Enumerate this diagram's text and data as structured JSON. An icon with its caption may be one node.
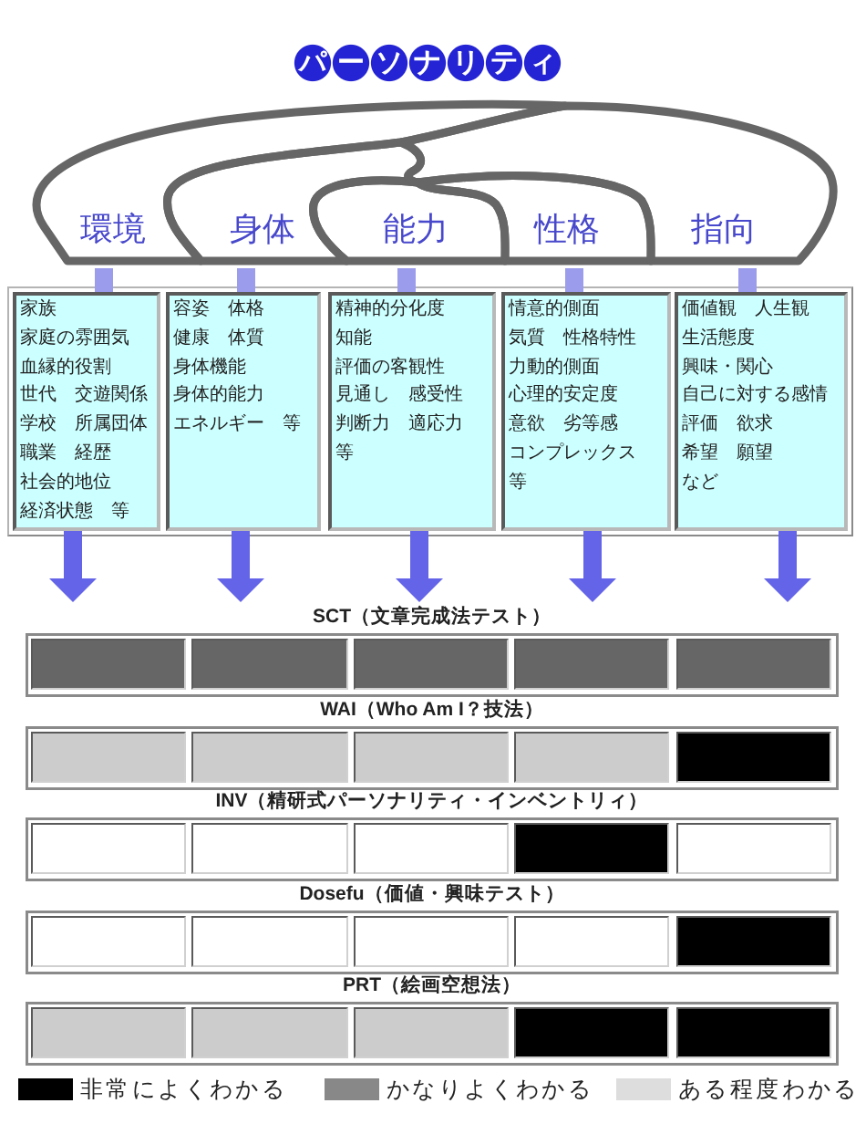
{
  "diagram": {
    "title": "パーソナリティ",
    "nodes": [
      {
        "text": [
          "環境"
        ]
      },
      {
        "text": [
          "身体"
        ]
      },
      {
        "text": [
          "能力"
        ]
      },
      {
        "text": [
          "性格"
        ]
      },
      {
        "text": [
          "指向"
        ]
      },
      {
        "text": [
          "家族",
          "家庭の雰囲気",
          "血縁的役割",
          "世代　交遊関係",
          "学校　所属団体",
          "職業　経歴",
          "社会的地位",
          "経済状態　等"
        ]
      },
      {
        "text": [
          "容姿　体格",
          "健康　体質",
          "身体機能",
          "身体的能力",
          "エネルギー　等"
        ]
      },
      {
        "text": [
          "精神的分化度",
          "知能",
          "評価の客観性",
          "見通し　感受性",
          "判断力　適応力",
          "等"
        ]
      },
      {
        "text": [
          "情意的側面",
          "気質　性格特性",
          "力動的側面",
          "心理的安定度",
          "意欲　劣等感",
          "コンプレックス",
          "等"
        ]
      },
      {
        "text": [
          "価値観　人生観",
          "生活態度",
          "興味・関心",
          "自己に対する感情",
          "評価　欲求",
          "希望　願望",
          "など"
        ]
      },
      {
        "text": [
          "SCT（文章完成法テスト）"
        ]
      },
      {
        "text": [],
        "shape": "box",
        "in": 10
      },
      {
        "text": [],
        "shape": "box",
        "in": 10
      },
      {
        "text": [],
        "shape": "box",
        "in": 10
      },
      {
        "text": [],
        "shape": "box",
        "in": 10
      },
      {
        "text": [],
        "shape": "box",
        "in": 10
      },
      {
        "text": [
          "WAI（Who Am I？技法）"
        ]
      },
      {
        "text": [],
        "shape": "box",
        "in": 16
      },
      {
        "text": [],
        "shape": "box",
        "in": 16
      },
      {
        "text": [],
        "shape": "box",
        "in": 16
      },
      {
        "text": [],
        "shape": "box",
        "in": 16
      },
      {
        "text": [],
        "shape": "box",
        "in": 16
      },
      {
        "text": [
          "INV（精研式パーソナリティ・インベントリィ）"
        ]
      },
      {
        "text": [],
        "shape": "box",
        "in": 22
      },
      {
        "text": [],
        "shape": "box",
        "in": 22
      },
      {
        "text": [],
        "shape": "box",
        "in": 22
      },
      {
        "text": [],
        "shape": "box",
        "in": 22
      },
      {
        "text": [],
        "shape": "box",
        "in": 22
      },
      {
        "text": [
          "Dosefu（価値・興味テスト）"
        ]
      },
      {
        "text": [],
        "shape": "box",
        "in": 28
      },
      {
        "text": [],
        "shape": "box",
        "in": 28
      },
      {
        "text": [],
        "shape": "box",
        "in": 28
      },
      {
        "text": [],
        "shape": "box",
        "in": 28
      },
      {
        "text": [],
        "shape": "box",
        "in": 28
      },
      {
        "text": [
          "PRT（絵画空想法）"
        ]
      },
      {
        "text": [],
        "shape": "box",
        "in": 34
      },
      {
        "text": [],
        "shape": "box",
        "in": 34
      },
      {
        "text": [],
        "shape": "box",
        "in": 34
      },
      {
        "text": [],
        "shape": "box",
        "in": 34
      },
      {
        "text": [],
        "shape": "box",
        "in": 34
      }
    ],
    "edges": [
      {
        "from": 0,
        "to": 5,
        "arrow": "none"
      },
      {
        "from": 1,
        "to": 6,
        "arrow": "none"
      },
      {
        "from": 2,
        "to": 7,
        "arrow": "none"
      },
      {
        "from": 3,
        "to": 8,
        "arrow": "none"
      },
      {
        "from": 4,
        "to": 9,
        "arrow": "none"
      },
      {
        "from": 5,
        "to": 10,
        "arrow": "to",
        "color": "#6464e8"
      },
      {
        "from": 6,
        "to": 10,
        "arrow": "to",
        "color": "#6464e8"
      },
      {
        "from": 7,
        "to": 10,
        "arrow": "to",
        "color": "#6464e8"
      },
      {
        "from": 8,
        "to": 10,
        "arrow": "to",
        "color": "#6464e8"
      },
      {
        "from": 9,
        "to": 10,
        "arrow": "to",
        "color": "#6464e8"
      }
    ],
    "legend": [
      {
        "text": "非常によくわかる",
        "color": "#000000"
      },
      {
        "text": "かなりよくわかる",
        "color": "#888888"
      },
      {
        "text": "ある程度わかる",
        "color": "#dddddd"
      }
    ]
  }
}
